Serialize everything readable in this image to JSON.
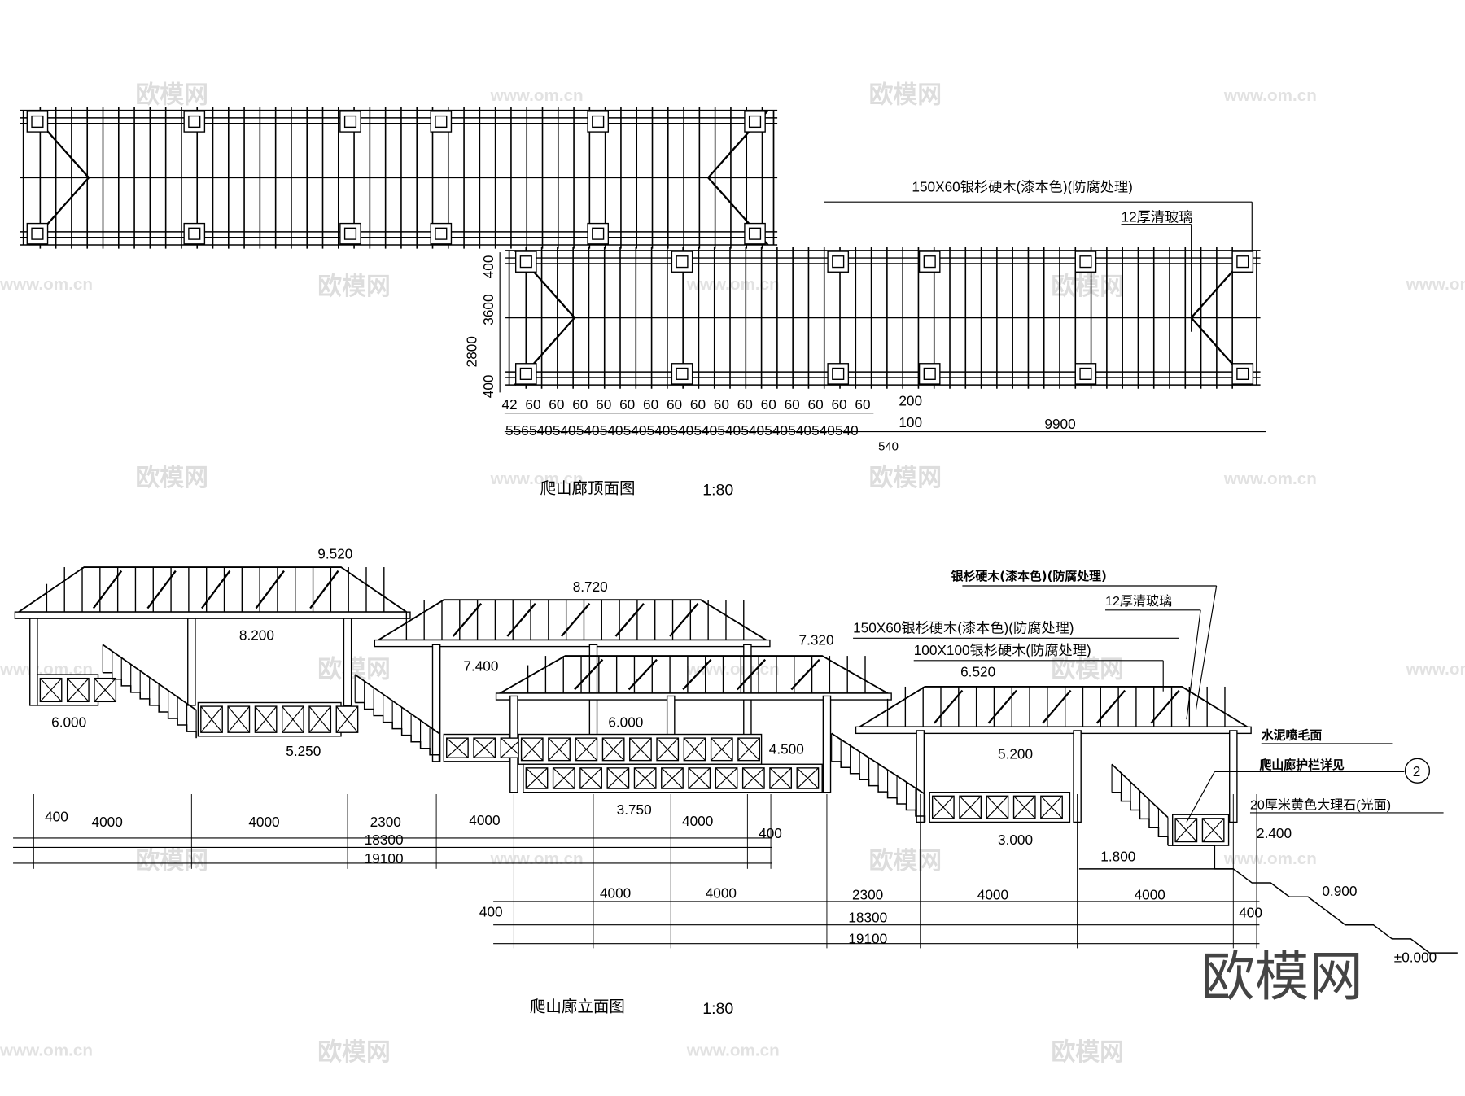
{
  "roof_plan": {
    "notes": [
      "150X60银杉硬木(漆本色)(防腐处理)",
      "12厚清玻璃"
    ],
    "vert_dims": [
      "400",
      "3600",
      "2800",
      "400"
    ],
    "top_dims": [
      "42",
      "60",
      "60",
      "60",
      "60",
      "60",
      "60",
      "60",
      "60",
      "60",
      "60",
      "60",
      "60",
      "60",
      "60",
      "60",
      "200",
      "100"
    ],
    "bottom_dims": [
      "556",
      "540",
      "540",
      "540",
      "540",
      "540",
      "540",
      "540",
      "540",
      "540",
      "540",
      "540",
      "540",
      "540",
      "540"
    ],
    "dim_540": "540",
    "dim_9900": "9900",
    "title": "爬山廊顶面图",
    "scale": "1:80"
  },
  "elevation": {
    "levels": [
      "9.520",
      "8.200",
      "8.720",
      "7.400",
      "7.320",
      "6.000",
      "6.000",
      "5.250",
      "4.500",
      "3.750",
      "6.520",
      "5.200",
      "3.000",
      "2.400",
      "1.800",
      "0.900",
      "±0.000"
    ],
    "notes": [
      "银杉硬木(漆本色)(防腐处理)",
      "12厚清玻璃",
      "150X60银杉硬木(漆本色)(防腐处理)",
      "100X100银杉硬木(防腐处理)",
      "水泥喷毛面",
      "爬山廊护栏详见",
      "20厚米黄色大理石(光面)"
    ],
    "detail_ref": "2",
    "dims_row1": [
      "400",
      "4000",
      "4000",
      "2300",
      "4000",
      "4000",
      "400",
      "18300",
      "19100"
    ],
    "dims_row2": [
      "400",
      "4000",
      "4000",
      "2300",
      "4000",
      "4000",
      "400",
      "18300",
      "19100"
    ],
    "title": "爬山廊立面图",
    "scale": "1:80"
  },
  "watermarks": {
    "brand": "欧模网",
    "url": "www.om.cn"
  }
}
